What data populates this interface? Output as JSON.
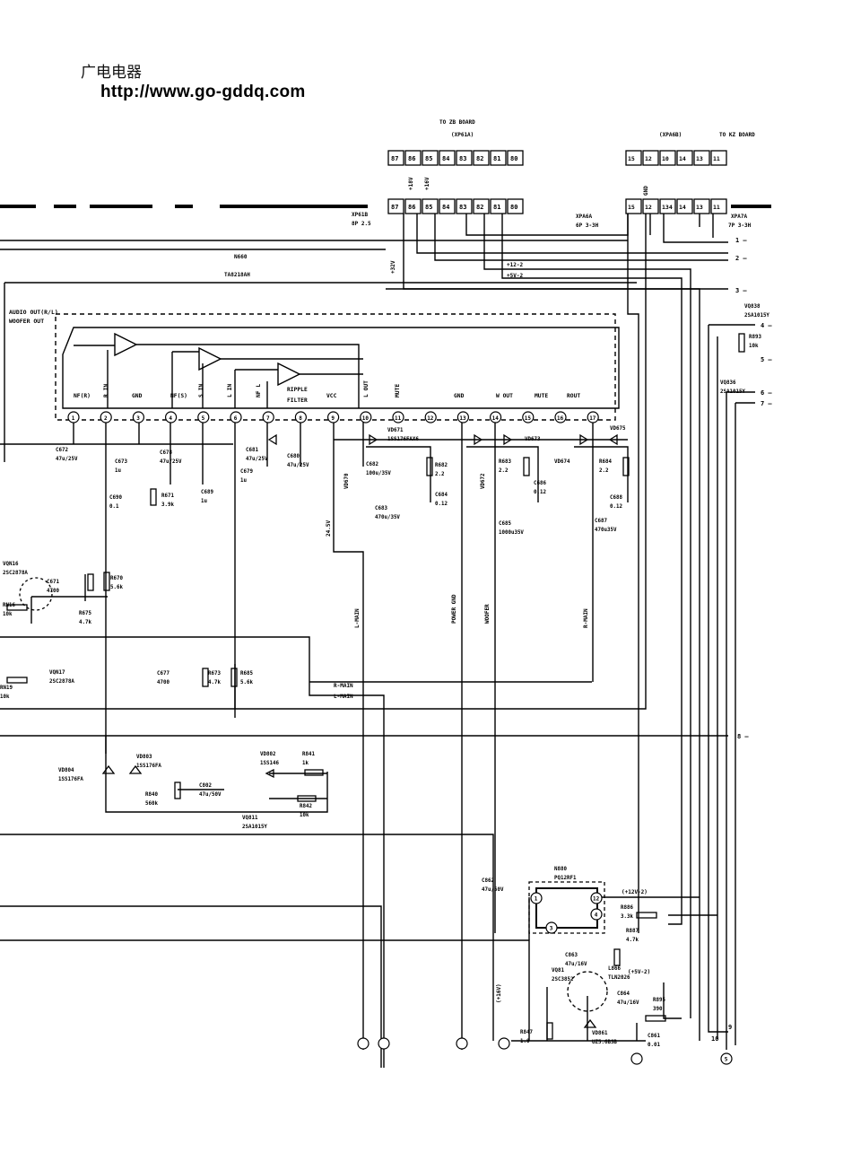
{
  "header": {
    "cn": "广电电器",
    "url": "http://www.go-gddq.com"
  },
  "connectors": {
    "zb_title": "TO ZB BOARD",
    "xp61a": "(XP61A)",
    "xp61b": "XP61B",
    "xp61b_spec": "8P 2.5",
    "xp61_pins": [
      "87",
      "86",
      "85",
      "84",
      "83",
      "82",
      "81",
      "80"
    ],
    "kz_title": "TO KZ BOARD",
    "xpa6b": "(XPA6B)",
    "xpa6a": "XPA6A",
    "xpa6a_spec": "6P 3-3H",
    "xpa7a": "XPA7A",
    "xpa7a_spec": "7P 3-3H",
    "xpa_top": [
      "15",
      "12",
      "10",
      "14",
      "13",
      "11"
    ],
    "xpa_bot": [
      "15",
      "12",
      "134",
      "14",
      "13",
      "11"
    ],
    "p18v": "+18V",
    "p16v": "+16V",
    "gnd": "GND"
  },
  "ic": {
    "ref": "N660",
    "part": "TA8218AH",
    "region": "AUDIO OUT(R/L)",
    "region2": "WOOFER OUT",
    "pins": [
      "1",
      "2",
      "3",
      "4",
      "5",
      "6",
      "7",
      "8",
      "9",
      "10",
      "11",
      "12",
      "13",
      "14",
      "15",
      "16",
      "17"
    ],
    "pin_labels": [
      "NF(R)",
      "R IN",
      "GND",
      "NF(S)",
      "S IN",
      "L IN",
      "NF L",
      "RIPPLE",
      "FILTER",
      "VCC",
      "L OUT",
      "MUTE",
      "GND",
      "W OUT",
      "MUTE",
      "ROUT"
    ]
  },
  "rails": {
    "p32v": "+32V",
    "p12": "+12-2",
    "p5": "+5V-2",
    "l24v": "24.5V"
  },
  "right_nums": [
    "1",
    "2",
    "3",
    "4",
    "5",
    "6",
    "7",
    "8",
    "9",
    "10"
  ],
  "sig": {
    "lmain": "L-MAIN",
    "powergnd": "POWER GND",
    "woofer": "WOOFER",
    "rmain": "R-MAIN",
    "rmain2": "R-MAIN",
    "lmain2": "L-MAIN"
  },
  "parts": [
    [
      "C672",
      "47u/25V"
    ],
    [
      "C673",
      "1u"
    ],
    [
      "C678",
      "47u/25V"
    ],
    [
      "C681",
      "47u/25V"
    ],
    [
      "C679",
      "1u"
    ],
    [
      "C680",
      "47u/25V"
    ],
    [
      "C689",
      "1u"
    ],
    [
      "C690",
      "0.1"
    ],
    [
      "R671",
      "3.9k"
    ],
    [
      "VD671",
      "1SS176FAX6"
    ],
    [
      "VD670",
      ""
    ],
    [
      "C682",
      "100u/35V"
    ],
    [
      "R682",
      "2.2"
    ],
    [
      "C684",
      "0.12"
    ],
    [
      "C683",
      "470u/35V"
    ],
    [
      "VD672",
      ""
    ],
    [
      "R683",
      "2.2"
    ],
    [
      "C686",
      "0.12"
    ],
    [
      "C685",
      "1000u35V"
    ],
    [
      "VD673",
      ""
    ],
    [
      "VD674",
      ""
    ],
    [
      "VD675",
      ""
    ],
    [
      "R684",
      "2.2"
    ],
    [
      "C688",
      "0.12"
    ],
    [
      "C687",
      "470u35V"
    ],
    [
      "VQ838",
      "2SA1015Y"
    ],
    [
      "R893",
      "10k"
    ],
    [
      "VQ836",
      "2SA1015Y"
    ],
    [
      "VQN16",
      "2SC2878A"
    ],
    [
      "C671",
      "4700"
    ],
    [
      "R670",
      "5.6k"
    ],
    [
      "RN16",
      "10k"
    ],
    [
      "R675",
      "4.7k"
    ],
    [
      "VQN17",
      "2SC2878A"
    ],
    [
      "RN19",
      "10k"
    ],
    [
      "C677",
      "4700"
    ],
    [
      "R673",
      "4.7k"
    ],
    [
      "R685",
      "5.6k"
    ],
    [
      "VD804",
      "1SS176FA"
    ],
    [
      "VD803",
      "1SS176FA"
    ],
    [
      "VD802",
      "1SS146"
    ],
    [
      "R841",
      "1k"
    ],
    [
      "R840",
      "560k"
    ],
    [
      "C802",
      "47u/50V"
    ],
    [
      "VQ811",
      "2SA1015Y"
    ],
    [
      "R842",
      "10k"
    ],
    [
      "N880",
      "PQ12RF1"
    ],
    [
      "C862",
      "47u/50V"
    ],
    [
      "R886",
      "3.3k"
    ],
    [
      "R887",
      "4.7k"
    ],
    [
      "C863",
      "47u/16V"
    ],
    [
      "VQ81",
      "2SC3852"
    ],
    [
      "L866",
      "TLN2026"
    ],
    [
      "C864",
      "47u/16V"
    ],
    [
      "R895",
      "390"
    ],
    [
      "R847",
      "1.8"
    ],
    [
      "VD861",
      "UZ5.6BSB"
    ],
    [
      "C861",
      "0.01"
    ]
  ],
  "regs": {
    "p12v2": "(+12V-2)",
    "p5v2": "(+5V-2)",
    "p16v": "(+16V)"
  },
  "circles": [
    "1",
    "3",
    "12",
    "4",
    "5"
  ]
}
